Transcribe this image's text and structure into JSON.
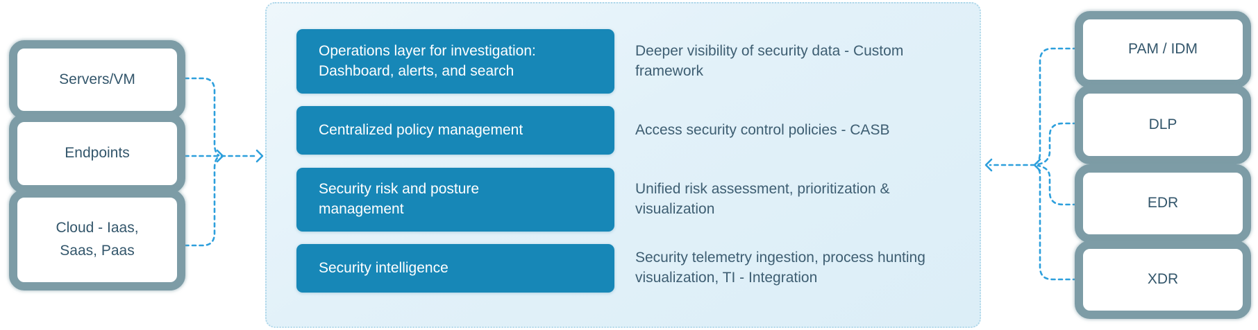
{
  "left_sources": {
    "items": [
      {
        "label": "Servers/VM"
      },
      {
        "label": "Endpoints"
      },
      {
        "label": [
          "Cloud - Iaas,",
          "Saas, Paas"
        ]
      }
    ]
  },
  "platform": {
    "rows": [
      {
        "button": [
          "Operations layer for investigation:",
          "Dashboard, alerts, and search"
        ],
        "description": [
          "Deeper visibility of security data - Custom",
          "framework"
        ]
      },
      {
        "button": [
          "Centralized policy management"
        ],
        "description": [
          "Access security control policies - CASB"
        ]
      },
      {
        "button": [
          "Security risk and posture",
          "management"
        ],
        "description": [
          "Unified risk assessment, prioritization &",
          "visualization"
        ]
      },
      {
        "button": [
          "Security intelligence"
        ],
        "description": [
          "Security telemetry ingestion, process hunting",
          "visualization, TI - Integration"
        ]
      }
    ]
  },
  "right_integrations": {
    "items": [
      {
        "label": "PAM / IDM"
      },
      {
        "label": "DLP"
      },
      {
        "label": "EDR"
      },
      {
        "label": "XDR"
      }
    ]
  },
  "colors": {
    "pill_blue": "#1787b7",
    "connector_blue": "#2d9fdc",
    "panel_background": "#e2f1f9",
    "node_border_gray": "#7d9ca6",
    "text_dark_slate": "#33566b"
  }
}
